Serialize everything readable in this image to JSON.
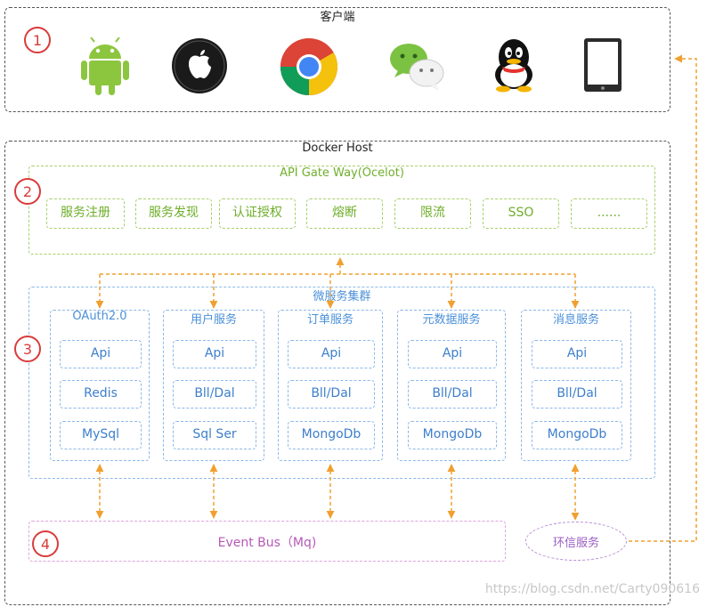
{
  "client": {
    "title": "客户端",
    "number": "1",
    "icons": [
      "android-icon",
      "apple-icon",
      "chrome-icon",
      "wechat-icon",
      "qq-icon",
      "tablet-icon"
    ]
  },
  "docker": {
    "title": "Docker Host"
  },
  "gateway": {
    "number": "2",
    "title": "API Gate Way(Ocelot)",
    "items": [
      "服务注册",
      "服务发现",
      "认证授权",
      "熔断",
      "限流",
      "SSO",
      "......"
    ]
  },
  "microservices": {
    "number": "3",
    "title": "微服务集群",
    "services": [
      {
        "name": "OAuth2.0",
        "items": [
          "Api",
          "Redis",
          "MySql"
        ]
      },
      {
        "name": "用户服务",
        "items": [
          "Api",
          "Bll/Dal",
          "Sql Ser"
        ]
      },
      {
        "name": "订单服务",
        "items": [
          "Api",
          "Bll/Dal",
          "MongoDb"
        ]
      },
      {
        "name": "元数据服务",
        "items": [
          "Api",
          "Bll/Dal",
          "MongoDb"
        ]
      },
      {
        "name": "消息服务",
        "items": [
          "Api",
          "Bll/Dal",
          "MongoDb"
        ]
      }
    ]
  },
  "eventbus": {
    "number": "4",
    "title": "Event Bus（Mq)"
  },
  "messaging": {
    "title": "环信服务"
  },
  "colors": {
    "green": "#6fae2b",
    "blue": "#4a90d9",
    "pink": "#b659b8",
    "orange": "#f0a030",
    "red": "#d93b3b"
  },
  "watermark": "https://blog.csdn.net/Carty090616"
}
